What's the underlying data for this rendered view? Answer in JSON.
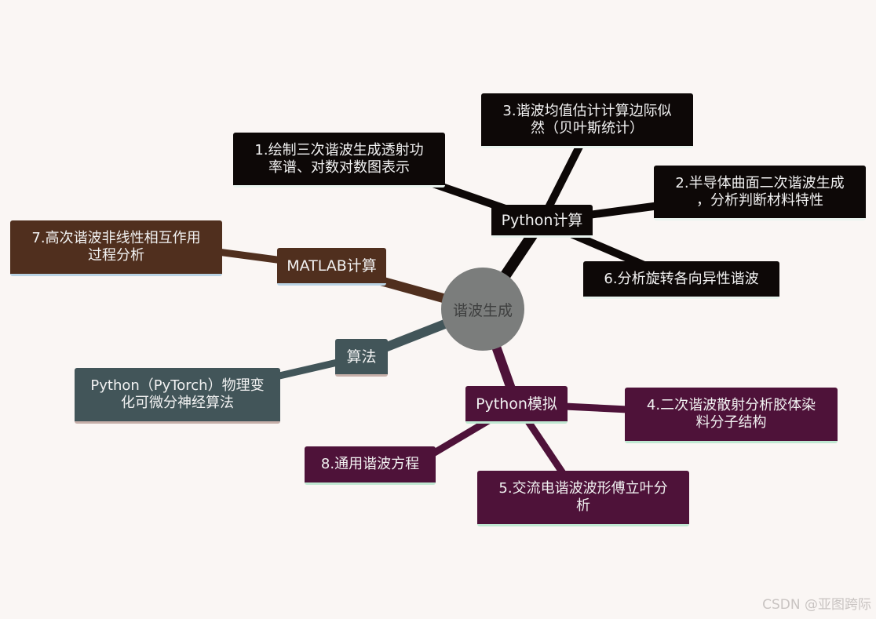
{
  "root": {
    "label": "谐波生成"
  },
  "branches": {
    "python_calc": {
      "label": "Python计算",
      "color": "#0d0807"
    },
    "matlab": {
      "label": "MATLAB计算",
      "color": "#502f1e"
    },
    "algo": {
      "label": "算法",
      "color": "#425559"
    },
    "python_sim": {
      "label": "Python模拟",
      "color": "#4e1239"
    }
  },
  "leaves": {
    "l1": "1.绘制三次谐波生成透射功率谱、对数对数图表示",
    "l2": "2.半导体曲面二次谐波生成，分析判断材料特性",
    "l3": "3.谐波均值估计计算边际似然（贝叶斯统计）",
    "l4": "4.二次谐波散射分析胶体染料分子结构",
    "l5": "5.交流电谐波波形傅立叶分析",
    "l6": "6.分析旋转各向异性谐波",
    "l7": "7.高次谐波非线性相互作用过程分析",
    "l8": "8.通用谐波方程",
    "algo_leaf": "Python（PyTorch）物理变化可微分神经算法"
  },
  "leaf_lines": {
    "l1": [
      "1.绘制三次谐波生成透射功",
      "率谱、对数对数图表示"
    ],
    "l2": [
      "2.半导体曲面二次谐波生成",
      "，分析判断材料特性"
    ],
    "l3": [
      "3.谐波均值估计计算边际似",
      "然（贝叶斯统计）"
    ],
    "l4": [
      "4.二次谐波散射分析胶体染",
      "料分子结构"
    ],
    "l5": [
      "5.交流电谐波波形傅立叶分",
      "析"
    ],
    "l6": [
      "6.分析旋转各向异性谐波"
    ],
    "l7": [
      "7.高次谐波非线性相互作用",
      "过程分析"
    ],
    "l8": [
      "8.通用谐波方程"
    ],
    "algo_leaf": [
      "Python（PyTorch）物理变",
      "化可微分神经算法"
    ]
  },
  "watermark": "CSDN @亚图跨际"
}
